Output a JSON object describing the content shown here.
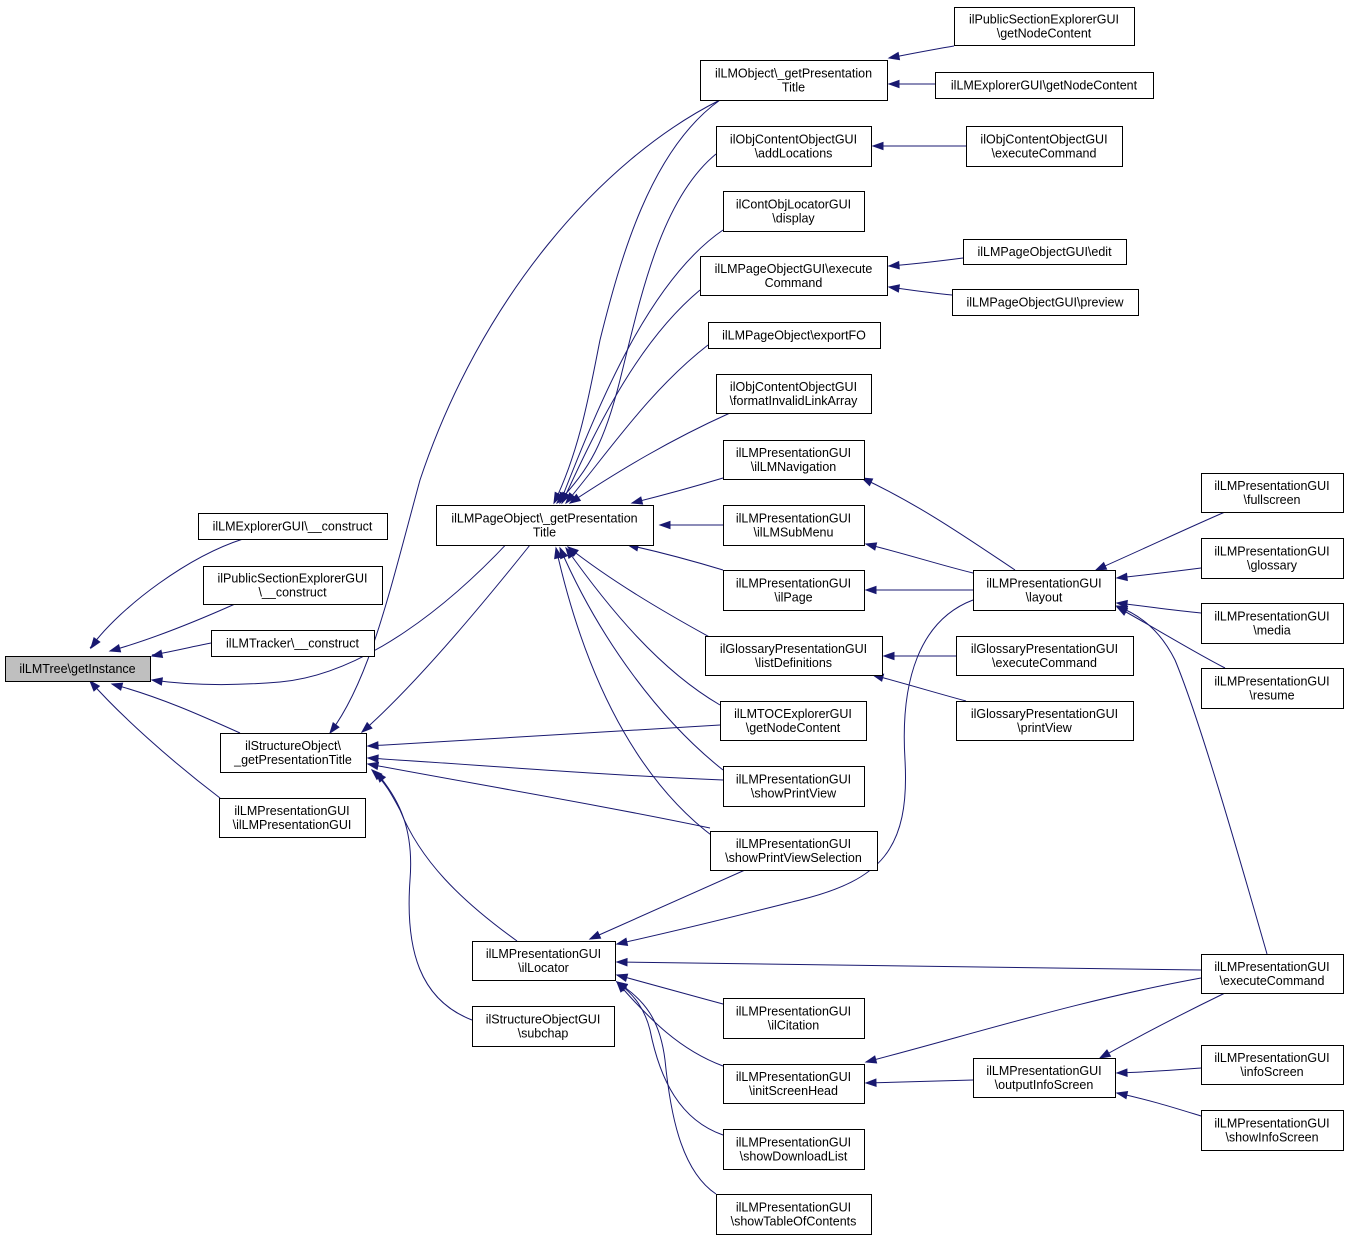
{
  "graph": {
    "edge_color": "#191970",
    "root_fill": "#bfbfbf",
    "nodes": [
      {
        "id": "root",
        "lines": [
          "ilLMTree\\getInstance"
        ]
      },
      {
        "id": "explorer_construct",
        "lines": [
          "ilLMExplorerGUI\\__construct"
        ]
      },
      {
        "id": "public_construct",
        "lines": [
          "ilPublicSectionExplorerGUI",
          "\\__construct"
        ]
      },
      {
        "id": "tracker_construct",
        "lines": [
          "ilLMTracker\\__construct"
        ]
      },
      {
        "id": "struct_title",
        "lines": [
          "ilStructureObject\\",
          "_getPresentationTitle"
        ]
      },
      {
        "id": "pres_ctor",
        "lines": [
          "ilLMPresentationGUI",
          "\\ilLMPresentationGUI"
        ]
      },
      {
        "id": "page_title",
        "lines": [
          "ilLMPageObject\\_getPresentation",
          "Title"
        ]
      },
      {
        "id": "ilLocator",
        "lines": [
          "ilLMPresentationGUI",
          "\\ilLocator"
        ]
      },
      {
        "id": "subchap",
        "lines": [
          "ilStructureObjectGUI",
          "\\subchap"
        ]
      },
      {
        "id": "lmobj_title",
        "lines": [
          "ilLMObject\\_getPresentation",
          "Title"
        ]
      },
      {
        "id": "addLocations",
        "lines": [
          "ilObjContentObjectGUI",
          "\\addLocations"
        ]
      },
      {
        "id": "locator_display",
        "lines": [
          "ilContObjLocatorGUI",
          "\\display"
        ]
      },
      {
        "id": "page_exec",
        "lines": [
          "ilLMPageObjectGUI\\execute",
          "Command"
        ]
      },
      {
        "id": "exportFO",
        "lines": [
          "ilLMPageObject\\exportFO"
        ]
      },
      {
        "id": "formatInvalid",
        "lines": [
          "ilObjContentObjectGUI",
          "\\formatInvalidLinkArray"
        ]
      },
      {
        "id": "ilLMNavigation",
        "lines": [
          "ilLMPresentationGUI",
          "\\ilLMNavigation"
        ]
      },
      {
        "id": "ilLMSubMenu",
        "lines": [
          "ilLMPresentationGUI",
          "\\ilLMSubMenu"
        ]
      },
      {
        "id": "ilPage",
        "lines": [
          "ilLMPresentationGUI",
          "\\ilPage"
        ]
      },
      {
        "id": "listDefs",
        "lines": [
          "ilGlossaryPresentationGUI",
          "\\listDefinitions"
        ]
      },
      {
        "id": "tocExplorer",
        "lines": [
          "ilLMTOCExplorerGUI",
          "\\getNodeContent"
        ]
      },
      {
        "id": "showPrintView",
        "lines": [
          "ilLMPresentationGUI",
          "\\showPrintView"
        ]
      },
      {
        "id": "showPrintViewSel",
        "lines": [
          "ilLMPresentationGUI",
          "\\showPrintViewSelection"
        ]
      },
      {
        "id": "ilCitation",
        "lines": [
          "ilLMPresentationGUI",
          "\\ilCitation"
        ]
      },
      {
        "id": "initScreenHead",
        "lines": [
          "ilLMPresentationGUI",
          "\\initScreenHead"
        ]
      },
      {
        "id": "showDownloadList",
        "lines": [
          "ilLMPresentationGUI",
          "\\showDownloadList"
        ]
      },
      {
        "id": "showTOC",
        "lines": [
          "ilLMPresentationGUI",
          "\\showTableOfContents"
        ]
      },
      {
        "id": "pub_getNode",
        "lines": [
          "ilPublicSectionExplorerGUI",
          "\\getNodeContent"
        ]
      },
      {
        "id": "exp_getNode",
        "lines": [
          "ilLMExplorerGUI\\getNodeContent"
        ]
      },
      {
        "id": "occ_exec",
        "lines": [
          "ilObjContentObjectGUI",
          "\\executeCommand"
        ]
      },
      {
        "id": "page_edit",
        "lines": [
          "ilLMPageObjectGUI\\edit"
        ]
      },
      {
        "id": "page_preview",
        "lines": [
          "ilLMPageObjectGUI\\preview"
        ]
      },
      {
        "id": "layout",
        "lines": [
          "ilLMPresentationGUI",
          "\\layout"
        ]
      },
      {
        "id": "gloss_exec",
        "lines": [
          "ilGlossaryPresentationGUI",
          "\\executeCommand"
        ]
      },
      {
        "id": "gloss_print",
        "lines": [
          "ilGlossaryPresentationGUI",
          "\\printView"
        ]
      },
      {
        "id": "outputInfo",
        "lines": [
          "ilLMPresentationGUI",
          "\\outputInfoScreen"
        ]
      },
      {
        "id": "fullscreen",
        "lines": [
          "ilLMPresentationGUI",
          "\\fullscreen"
        ]
      },
      {
        "id": "glossary",
        "lines": [
          "ilLMPresentationGUI",
          "\\glossary"
        ]
      },
      {
        "id": "media",
        "lines": [
          "ilLMPresentationGUI",
          "\\media"
        ]
      },
      {
        "id": "resume",
        "lines": [
          "ilLMPresentationGUI",
          "\\resume"
        ]
      },
      {
        "id": "pres_exec",
        "lines": [
          "ilLMPresentationGUI",
          "\\executeCommand"
        ]
      },
      {
        "id": "infoScreen",
        "lines": [
          "ilLMPresentationGUI",
          "\\infoScreen"
        ]
      },
      {
        "id": "showInfoScreen",
        "lines": [
          "ilLMPresentationGUI",
          "\\showInfoScreen"
        ]
      }
    ],
    "edges": [
      {
        "from": "explorer_construct",
        "to": "root"
      },
      {
        "from": "public_construct",
        "to": "root"
      },
      {
        "from": "tracker_construct",
        "to": "root"
      },
      {
        "from": "page_title",
        "to": "root"
      },
      {
        "from": "struct_title",
        "to": "root"
      },
      {
        "from": "pres_ctor",
        "to": "root"
      },
      {
        "from": "lmobj_title",
        "to": "struct_title"
      },
      {
        "from": "page_title",
        "to": "struct_title"
      },
      {
        "from": "tocExplorer",
        "to": "struct_title"
      },
      {
        "from": "showPrintView",
        "to": "struct_title"
      },
      {
        "from": "showPrintViewSel",
        "to": "struct_title"
      },
      {
        "from": "ilLocator",
        "to": "struct_title"
      },
      {
        "from": "subchap",
        "to": "struct_title"
      },
      {
        "from": "lmobj_title",
        "to": "page_title"
      },
      {
        "from": "addLocations",
        "to": "page_title"
      },
      {
        "from": "locator_display",
        "to": "page_title"
      },
      {
        "from": "page_exec",
        "to": "page_title"
      },
      {
        "from": "exportFO",
        "to": "page_title"
      },
      {
        "from": "formatInvalid",
        "to": "page_title"
      },
      {
        "from": "ilLMNavigation",
        "to": "page_title"
      },
      {
        "from": "ilLMSubMenu",
        "to": "page_title"
      },
      {
        "from": "ilPage",
        "to": "page_title"
      },
      {
        "from": "listDefs",
        "to": "page_title"
      },
      {
        "from": "tocExplorer",
        "to": "page_title"
      },
      {
        "from": "showPrintView",
        "to": "page_title"
      },
      {
        "from": "showPrintViewSel",
        "to": "page_title"
      },
      {
        "from": "pub_getNode",
        "to": "lmobj_title"
      },
      {
        "from": "exp_getNode",
        "to": "lmobj_title"
      },
      {
        "from": "occ_exec",
        "to": "addLocations"
      },
      {
        "from": "page_edit",
        "to": "page_exec"
      },
      {
        "from": "page_preview",
        "to": "page_exec"
      },
      {
        "from": "layout",
        "to": "ilLMNavigation"
      },
      {
        "from": "layout",
        "to": "ilLMSubMenu"
      },
      {
        "from": "layout",
        "to": "ilPage"
      },
      {
        "from": "gloss_exec",
        "to": "listDefs"
      },
      {
        "from": "gloss_print",
        "to": "listDefs"
      },
      {
        "from": "showPrintViewSel",
        "to": "ilLocator"
      },
      {
        "from": "layout",
        "to": "ilLocator"
      },
      {
        "from": "pres_exec",
        "to": "ilLocator"
      },
      {
        "from": "ilCitation",
        "to": "ilLocator"
      },
      {
        "from": "initScreenHead",
        "to": "ilLocator"
      },
      {
        "from": "showDownloadList",
        "to": "ilLocator"
      },
      {
        "from": "showTOC",
        "to": "ilLocator"
      },
      {
        "from": "pres_exec",
        "to": "initScreenHead"
      },
      {
        "from": "outputInfo",
        "to": "initScreenHead"
      },
      {
        "from": "fullscreen",
        "to": "layout"
      },
      {
        "from": "glossary",
        "to": "layout"
      },
      {
        "from": "media",
        "to": "layout"
      },
      {
        "from": "resume",
        "to": "layout"
      },
      {
        "from": "pres_exec",
        "to": "layout"
      },
      {
        "from": "pres_exec",
        "to": "outputInfo"
      },
      {
        "from": "infoScreen",
        "to": "outputInfo"
      },
      {
        "from": "showInfoScreen",
        "to": "outputInfo"
      }
    ]
  }
}
